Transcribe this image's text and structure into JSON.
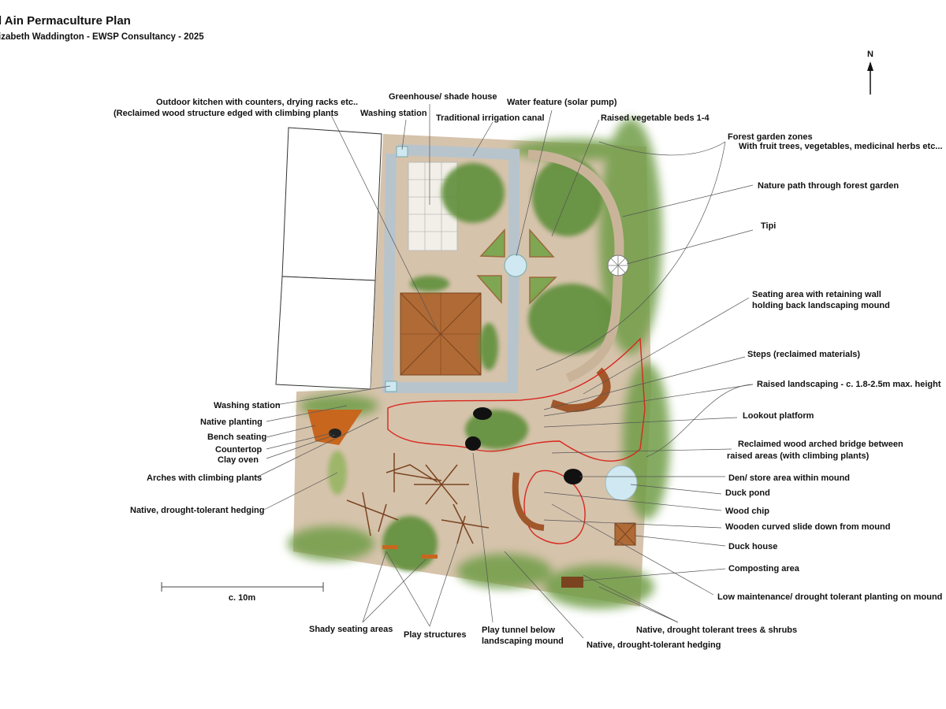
{
  "header": {
    "title": "l Ain Permaculture Plan",
    "subtitle": "izabeth Waddington - EWSP Consultancy - 2025"
  },
  "compass": {
    "letter": "N"
  },
  "scale": {
    "label": "c. 10m"
  },
  "labels": {
    "outdoor_kitchen_1": "Outdoor kitchen with counters, drying racks etc..",
    "outdoor_kitchen_2": "(Reclaimed wood structure edged with climbing plants",
    "washing_station_top": "Washing station",
    "greenhouse": "Greenhouse/ shade house",
    "irrigation": "Traditional irrigation canal",
    "water_feature": "Water feature (solar pump)",
    "raised_beds": "Raised vegetable beds 1-4",
    "forest_zones_1": "Forest garden zones",
    "forest_zones_2": "With fruit trees, vegetables, medicinal herbs etc...",
    "nature_path": "Nature path through forest garden",
    "tipi": "Tipi",
    "seating_1": "Seating area with retaining wall",
    "seating_2": "holding back landscaping mound",
    "steps": "Steps (reclaimed materials)",
    "raised_landscaping": "Raised landscaping - c. 1.8-2.5m max. height",
    "lookout": "Lookout platform",
    "bridge_1": "Reclaimed wood arched bridge between",
    "bridge_2": "raised areas (with climbing plants)",
    "den": "Den/ store area within mound",
    "duck_pond": "Duck pond",
    "wood_chip": "Wood chip",
    "slide": "Wooden curved slide down from mound",
    "duck_house": "Duck house",
    "composting": "Composting area",
    "low_maintenance": "Low maintenance/ drought tolerant planting on mound",
    "native_trees": "Native, drought tolerant trees & shrubs",
    "native_hedging_bottom": "Native, drought-tolerant hedging",
    "play_tunnel_1": "Play tunnel below",
    "play_tunnel_2": "landscaping mound",
    "play_structures": "Play structures",
    "shady_seating": "Shady seating areas",
    "washing_station_left": "Washing station",
    "native_planting": "Native planting",
    "bench_seating": "Bench seating",
    "countertop": "Countertop",
    "clay_oven": "Clay oven",
    "arches": "Arches with climbing plants",
    "native_hedging_left": "Native, drought-tolerant hedging"
  },
  "colors": {
    "path": "#c9b49a",
    "canal": "#b8c4cc",
    "planting": "#5f8f3a",
    "roof": "#b06a35",
    "mound_outline": "#d8281e",
    "water": "#cfe8f2"
  }
}
